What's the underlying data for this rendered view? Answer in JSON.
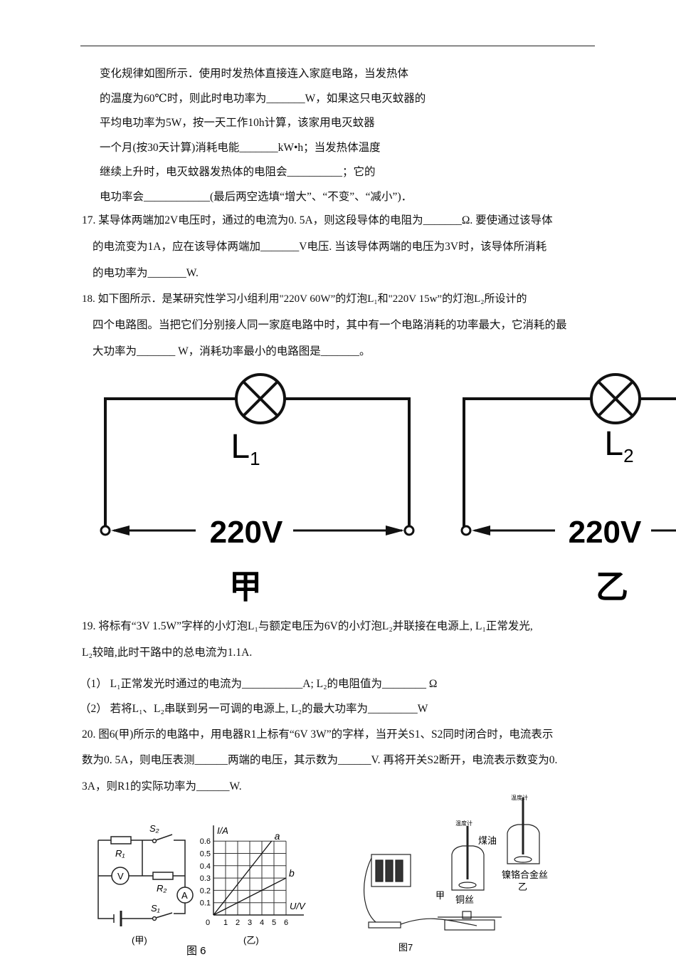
{
  "q16_cont": [
    "变化规律如图所示．使用时发热体直接连入家庭电路，当发热体",
    "的温度为60℃时，则此时电功率为_______W，如果这只电灭蚊器的",
    "平均电功率为5W，按一天工作10h计算，该家用电灭蚊器",
    "一个月(按30天计算)消耗电能_______kW•h；当发热体温度",
    "继续上升时，电灭蚊器发热体的电阻会__________；它的",
    "电功率会____________(最后两空选填“增大”、“不变”、“减小”)．"
  ],
  "q17": [
    "17. 某导体两端加2V电压时，通过的电流为0. 5A，则这段导体的电阻为_______Ω. 要使通过该导体",
    "的电流变为1A，应在该导体两端加_______V电压. 当该导体两端的电压为3V时，该导体所消耗",
    "的电功率为_______W."
  ],
  "q18": [
    "18. 如下图所示．是某研究性学习小组利用\"220V 60W”的灯泡L₁和\"220V 15w”的灯泡L₂所设计的",
    "四个电路图。当把它们分别接人同一家庭电路中时，其中有一个电路消耗的功率最大，它消耗的最",
    "大功率为_______ W，消耗功率最小的电路图是_______。"
  ],
  "circuits": [
    {
      "lamp": "L",
      "sub": "1",
      "voltage": "220V",
      "caption": "甲"
    },
    {
      "lamp": "L",
      "sub": "2",
      "voltage": "220V",
      "caption": "乙"
    }
  ],
  "q19": [
    "19. 将标有“3V  1.5W”字样的小灯泡L₁与额定电压为6V的小灯泡L₂并联接在电源上, L₁正常发光,",
    "L₂较暗,此时干路中的总电流为1.1A.",
    "（1）   L₁正常发光时通过的电流为___________A; L₂的电阻值为________ Ω",
    "（2）   若将L₁、L₂串联到另一可调的电源上, L₂的最大功率为_________W"
  ],
  "q20": [
    "20. 图6(甲)所示的电路中，用电器R1上标有“6V  3W”的字样，当开关S1、S2同时闭合时，电流表示",
    "数为0. 5A，则电压表测______两端的电压，其示数为______V. 再将开关S2断开，电流表示数变为0.",
    "3A，则R1的实际功率为______W."
  ],
  "fig6": {
    "r1": "R₁",
    "r2": "R₂",
    "s1": "S₁",
    "s2": "S₂",
    "voltmeter": "V",
    "ammeter": "A",
    "caption_left": "(甲)",
    "caption_right": "(乙)",
    "title": "图 6",
    "graph": {
      "ylabel": "I/A",
      "xlabel": "U/V",
      "yticks": [
        "0.6",
        "0.5",
        "0.4",
        "0.3",
        "0.2",
        "0.1"
      ],
      "xticks": [
        "0",
        "1",
        "2",
        "3",
        "4",
        "5",
        "6"
      ],
      "series": [
        {
          "name": "a",
          "points": [
            [
              0,
              0
            ],
            [
              4,
              0.5
            ],
            [
              4.8,
              0.6
            ]
          ]
        },
        {
          "name": "b",
          "points": [
            [
              0,
              0
            ],
            [
              6,
              0.3
            ]
          ]
        }
      ]
    }
  },
  "fig7": {
    "thermometer": "温度计",
    "kerosene": "煤油",
    "nichrome": "镍铬合金丝",
    "copper": "铜丝",
    "jia": "甲",
    "yi": "乙",
    "title": "图7"
  }
}
